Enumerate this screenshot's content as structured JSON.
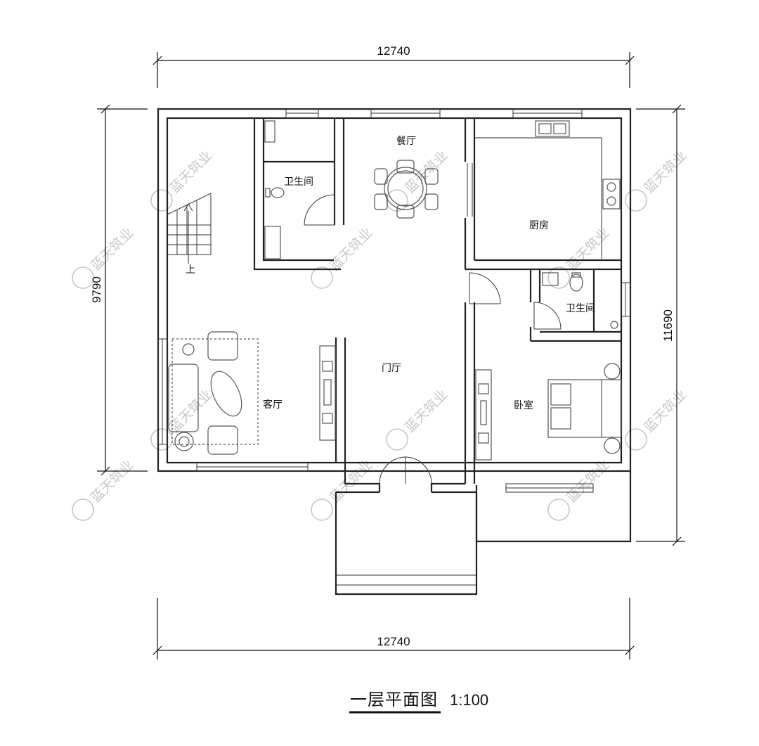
{
  "dimensions": {
    "top_width": "12740",
    "bottom_width": "12740",
    "left_depth": "9790",
    "right_depth": "11690"
  },
  "rooms": {
    "dining": "餐厅",
    "bathroom_1": "卫生间",
    "kitchen": "厨房",
    "stair_up": "上",
    "living_room": "客厅",
    "entrance_hall": "门厅",
    "bathroom_2": "卫生间",
    "bedroom": "卧室"
  },
  "title": {
    "name": "一层平面图",
    "scale": "1:100"
  },
  "watermark": {
    "text": "蓝天筑业"
  }
}
